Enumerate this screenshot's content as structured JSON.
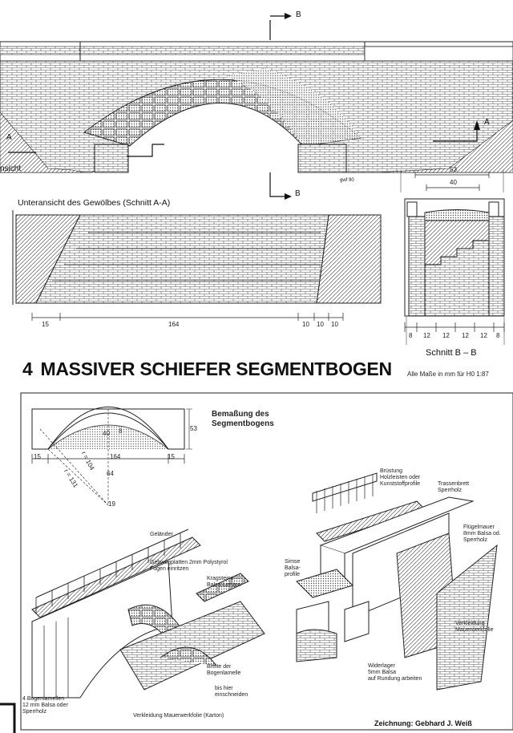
{
  "heading": {
    "number": "4",
    "title": "MASSIVER SCHIEFER SEGMENTBOGEN"
  },
  "units_note": "Alle Maße in mm für H0 1:87",
  "credit": "Zeichnung: Gebhard J. Weiß",
  "elevation": {
    "label": "nsicht",
    "section_a": "A",
    "section_b": "B",
    "signature": "gwf 90"
  },
  "underside": {
    "title": "Unteransicht des Gewölbes (Schnitt A-A)",
    "dims": [
      "15",
      "164",
      "10",
      "10",
      "10"
    ]
  },
  "section_bb": {
    "title": "Schnitt  B – B",
    "dims_top": [
      "53",
      "40"
    ],
    "dims_bottom": [
      "8",
      "12",
      "12",
      "12",
      "12",
      "8"
    ]
  },
  "dimensioning": {
    "title": "Bemaßung des\nSegmentbogens",
    "dims": [
      "53",
      "40",
      "8",
      "15",
      "164",
      "15",
      "64",
      "19",
      "r = 104",
      "r = 131"
    ]
  },
  "labels": {
    "gelaender": "Geländer",
    "gehwegplatten": "Gehwegplatten 2mm Polystyrol\nFugen einritzen",
    "kragsteine": "Kragsteine\nBalsa-Leisten",
    "bogenlamellen": "4 Bogenlamellen\n12 mm Balsa oder\nSperrholz",
    "breite": "Breite der\nBogenlamelle",
    "einschneiden": "bis hier\neinschneiden",
    "verkleidung_karton": "Verkleidung Mauerwerkfolie (Karton)",
    "bruestung": "Brüstung\nHolzleisten oder\nKunststoffprofile",
    "trassenbrett": "Trassenbrett\nSperrholz",
    "fluegelmauer": "Flügelmauer\n8mm Balsa od.\nSperrholz",
    "simse": "Simse\nBalsa-\nprofile",
    "widerlager": "Widerlager\n5mm Balsa\nauf Rundung arbeiten",
    "verkleidung_folie": "Verkleidung\nMauerwerkfolie"
  }
}
